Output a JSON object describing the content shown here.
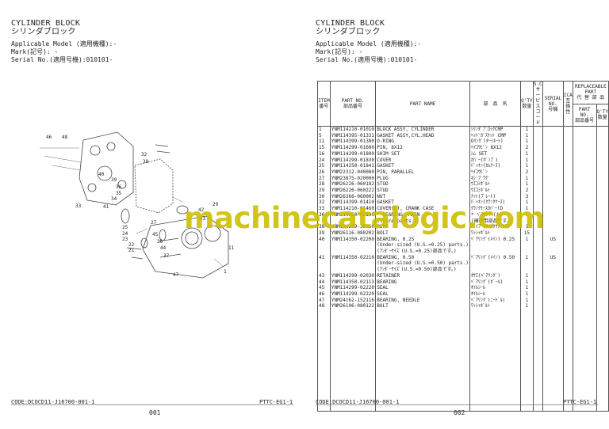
{
  "header": {
    "title_en": "CYLINDER BLOCK",
    "title_jp": "シリンダブロック",
    "applicable_model": "Applicable Model (適用機種):-",
    "mark": "Mark(記号): -",
    "serial_no": "Serial No.(適用号機):010101-"
  },
  "footer": {
    "code": "CODE:DCOCD11-J16700-001-1",
    "left_page_no": "001",
    "right_page_no": "002",
    "pttc": "PTTC-EG1-1"
  },
  "diagram_labels": [
    "46",
    "48",
    "33",
    "32",
    "38",
    "36",
    "35",
    "34",
    "42",
    "29",
    "43",
    "25",
    "24",
    "23",
    "22",
    "21",
    "27",
    "45",
    "26",
    "44",
    "37",
    "11",
    "40",
    "39",
    "41",
    "1",
    "47"
  ],
  "table": {
    "headers": {
      "item": "ITEM\n番号",
      "part_no": "PART NO.\n部品番号",
      "part_name": "PART NAME",
      "jp_name": "部　品　名",
      "qty": "Q'TY\n数量",
      "sc": "S.C\nサービス\nコード",
      "serial": "SERIAL NO.\n号機",
      "ica": "ICA\n互\n換\n性",
      "repl_title": "REPLACEABLE PART\n代 替 部 品",
      "repl_part_no": "PART NO.\n部品番号",
      "repl_qty": "Q'TY\n数量"
    },
    "rows": [
      {
        "item": "1",
        "part_no": "YNM114210-01010",
        "name": "BLOCK ASSY, CYLINDER",
        "jp": "ｼﾘﾝﾀﾞﾌﾞﾛｯｸCMP",
        "qty": "1",
        "sc": "",
        "serial": ""
      },
      {
        "item": "5",
        "part_no": "YNM114395-01331",
        "name": "GASKET ASSY,CYL.HEAD",
        "jp": "ﾍｯﾄﾞｶﾞｽｹｯﾄ CMP",
        "qty": "1",
        "sc": "",
        "serial": ""
      },
      {
        "item": "11",
        "part_no": "YNM114399-01380",
        "name": "O-RING",
        "jp": "Oﾘﾝｸﾞ(ﾀｰﾐﾈｰﾄ)",
        "qty": "1",
        "sc": "",
        "serial": ""
      },
      {
        "item": "15",
        "part_no": "YNM114299-01600",
        "name": "PIN, 8X12",
        "jp": "ﾍｲｺｳﾋﾟﾝ 8X12",
        "qty": "2",
        "sc": "",
        "serial": ""
      },
      {
        "item": "16",
        "part_no": "YNM114299-01800",
        "name": "SHIM SET",
        "jp": "ｼﾑ SET",
        "qty": "1",
        "sc": "",
        "serial": ""
      },
      {
        "item": "24",
        "part_no": "YNM114299-01830",
        "name": "COVER",
        "jp": "ｶﾊﾞｰ(ﾎﾞﾝﾌﾟ)",
        "qty": "1",
        "sc": "",
        "serial": ""
      },
      {
        "item": "25",
        "part_no": "YNM114250-01841",
        "name": "GASKET",
        "jp": "ﾊﾟｯｷﾝ(ｶﾑｹｰｽ)",
        "qty": "1",
        "sc": "",
        "serial": ""
      },
      {
        "item": "26",
        "part_no": "YNM22312-040080",
        "name": "PIN, PARALLEL",
        "jp": "ﾍｲｺｳﾋﾟﾝ",
        "qty": "2",
        "sc": "",
        "serial": ""
      },
      {
        "item": "27",
        "part_no": "YNM23875-020000",
        "name": "PLUG",
        "jp": "ﾈｼﾞﾌﾟﾗｸﾞ",
        "qty": "1",
        "sc": "",
        "serial": ""
      },
      {
        "item": "28",
        "part_no": "YNM26226-060182",
        "name": "STUD",
        "jp": "ｳｴｺﾐﾎﾞﾙﾄ",
        "qty": "1",
        "sc": "",
        "serial": ""
      },
      {
        "item": "29",
        "part_no": "YNM26226-060222",
        "name": "STUD",
        "jp": "ｳｴｺﾐﾎﾞﾙﾄ",
        "qty": "2",
        "sc": "",
        "serial": ""
      },
      {
        "item": "30",
        "part_no": "YNM26366-060002",
        "name": "NUT",
        "jp": "ﾅｯﾄ(ﾌﾟﾚｰﾄ)",
        "qty": "3",
        "sc": "",
        "serial": ""
      },
      {
        "item": "32",
        "part_no": "YNM114399-01410",
        "name": "GASKET",
        "jp": "ﾊﾟｯｷﾝ(ｸﾗﾝｸｹｰｽ)",
        "qty": "1",
        "sc": "",
        "serial": ""
      },
      {
        "item": "33",
        "part_no": "YNM114210-01460",
        "name": "COVER(D), CRANK CASE",
        "jp": "ｸﾗﾝｸｹｰｽｶﾊﾞｰ(D",
        "qty": "1",
        "sc": "",
        "serial": ""
      },
      {
        "item": "36",
        "part_no": "YNM114350-02100",
        "name": "* BEARING, MAIN",
        "jp": "* ﾍﾞｱﾘﾝｸﾞ(ﾒｲﾝ",
        "qty": "1",
        "sc": "S",
        "serial": ""
      },
      {
        "item": "",
        "part_no": "",
        "name": "(Spare parts.)",
        "jp": "(補修用部品です。)",
        "qty": "",
        "sc": "",
        "serial": ""
      },
      {
        "item": "38",
        "part_no": "YNM114299-35150",
        "name": "PIPE",
        "jp": "ﾊﾟｲﾌﾟ(ｵｲﾙｸｳｸﾞｸﾁ)",
        "qty": "1",
        "sc": "",
        "serial": ""
      },
      {
        "item": "39",
        "part_no": "YNM26116-080202",
        "name": "BOLT",
        "jp": "ﾜｯｼｬﾎﾞﾙﾄ",
        "qty": "15",
        "sc": "",
        "serial": ""
      },
      {
        "item": "40",
        "part_no": "YNM114350-02200",
        "name": "BEARING, 0.25",
        "jp": "ﾍﾞｱﾘﾝｸﾞ(ﾒｲﾝ) 0.25",
        "qty": "1",
        "sc": "",
        "serial": "US"
      },
      {
        "item": "",
        "part_no": "",
        "name": "(Under-sized (U.S.=0.25) parts.)",
        "jp": "",
        "qty": "",
        "sc": "",
        "serial": ""
      },
      {
        "item": "",
        "part_no": "",
        "name": "(ｱﾝﾀﾞｰｻｲｽﾞ(U.S.=0.25)部品です。)",
        "jp": "",
        "qty": "",
        "sc": "",
        "serial": ""
      },
      {
        "item": "41",
        "part_no": "YNM114350-02210",
        "name": "BEARING, 0.50",
        "jp": "ﾍﾞｱﾘﾝｸﾞ(ﾒｲﾝ) 0.50",
        "qty": "1",
        "sc": "",
        "serial": "US"
      },
      {
        "item": "",
        "part_no": "",
        "name": "(Under-sized (U.S.=0.50) parts.)",
        "jp": "",
        "qty": "",
        "sc": "",
        "serial": ""
      },
      {
        "item": "",
        "part_no": "",
        "name": "(ｱﾝﾀﾞｰｻｲｽﾞ(U.S.=0.50)部品です。)",
        "jp": "",
        "qty": "",
        "sc": "",
        "serial": ""
      },
      {
        "item": "43",
        "part_no": "YNM114299-02030",
        "name": "RETAINER",
        "jp": "ｵｻｴ(ﾍﾞｱﾘﾝｸﾞ)",
        "qty": "1",
        "sc": "",
        "serial": ""
      },
      {
        "item": "44",
        "part_no": "YNM114350-02113",
        "name": "BEARING",
        "jp": "ﾍﾞｱﾘﾝｸﾞ(ﾎﾞｰﾙ)",
        "qty": "1",
        "sc": "",
        "serial": ""
      },
      {
        "item": "45",
        "part_no": "YNM114299-02220",
        "name": "SEAL",
        "jp": "ｵｲﾙｼｰﾙ",
        "qty": "1",
        "sc": "",
        "serial": ""
      },
      {
        "item": "46",
        "part_no": "YNM114299-02220",
        "name": "SEAL",
        "jp": "ｵｲﾙｼｰﾙ",
        "qty": "1",
        "sc": "",
        "serial": ""
      },
      {
        "item": "47",
        "part_no": "YNM24162-152116",
        "name": "BEARING, NEEDLE",
        "jp": "ﾍﾞｱﾘﾝｸﾞ(ﾆｰﾄﾞﾙ)",
        "qty": "1",
        "sc": "",
        "serial": ""
      },
      {
        "item": "48",
        "part_no": "YNM26106-080122",
        "name": "BOLT",
        "jp": "ﾜｯｼｬﾎﾞﾙﾄ",
        "qty": "1",
        "sc": "",
        "serial": ""
      }
    ]
  },
  "watermark": "machinecatalogic.com",
  "colors": {
    "watermark": "#cdbe00",
    "line": "#555555"
  }
}
